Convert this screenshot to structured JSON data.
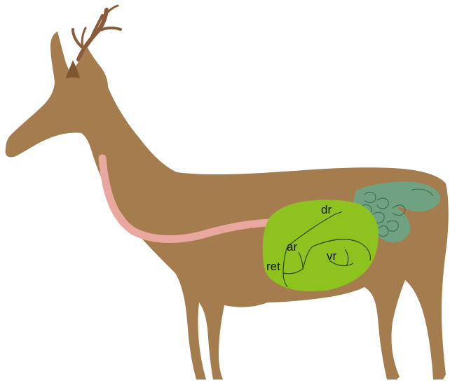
{
  "colors": {
    "body": "#A57C4E",
    "antler": "#8A5A3A",
    "ear_inner": "#7E5732",
    "esophagus": "#E9A7A0",
    "rumen": "#8DC21F",
    "intestine": "#6FA281",
    "organ_outline": "#2F4A12"
  },
  "labels": {
    "dr": "dr",
    "vr": "vr",
    "ar": "ar",
    "ret": "ret"
  }
}
